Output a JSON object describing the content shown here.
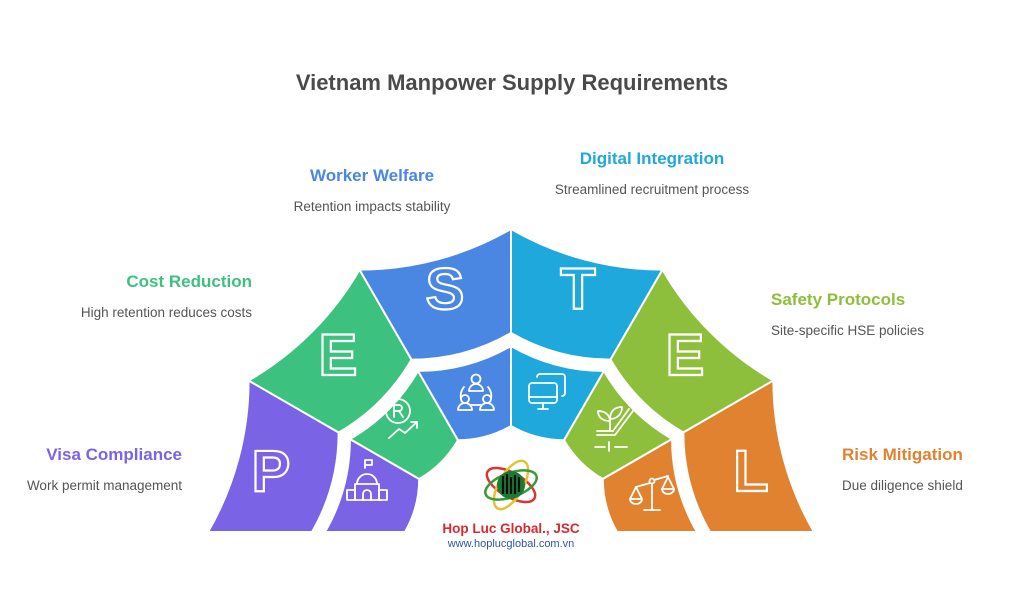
{
  "title": "Vietnam Manpower Supply Requirements",
  "colors": {
    "P": "#7b63e6",
    "E1": "#3dc17f",
    "S": "#4a87e3",
    "T": "#1fa8dc",
    "E2": "#8dbf3d",
    "L": "#e0822f"
  },
  "segments": [
    {
      "letter": "P",
      "title": "Visa Compliance",
      "desc": "Work permit management",
      "icon": "government-building-icon",
      "color": "#7b63e6"
    },
    {
      "letter": "E",
      "title": "Cost Reduction",
      "desc": "High retention reduces costs",
      "icon": "currency-growth-icon",
      "color": "#3dc17f"
    },
    {
      "letter": "S",
      "title": "Worker Welfare",
      "desc": "Retention impacts stability",
      "icon": "team-people-icon",
      "color": "#4a87e3"
    },
    {
      "letter": "T",
      "title": "Digital Integration",
      "desc": "Streamlined recruitment process",
      "icon": "monitor-screens-icon",
      "color": "#1fa8dc"
    },
    {
      "letter": "E",
      "title": "Safety Protocols",
      "desc": "Site-specific HSE policies",
      "icon": "plant-hand-icon",
      "color": "#8dbf3d"
    },
    {
      "letter": "L",
      "title": "Risk Mitigation",
      "desc": "Due diligence shield",
      "icon": "balance-scale-icon",
      "color": "#e0822f"
    }
  ],
  "brand": {
    "name": "Hop Luc Global., JSC",
    "url": "www.hoplucglobal.com.vn"
  }
}
